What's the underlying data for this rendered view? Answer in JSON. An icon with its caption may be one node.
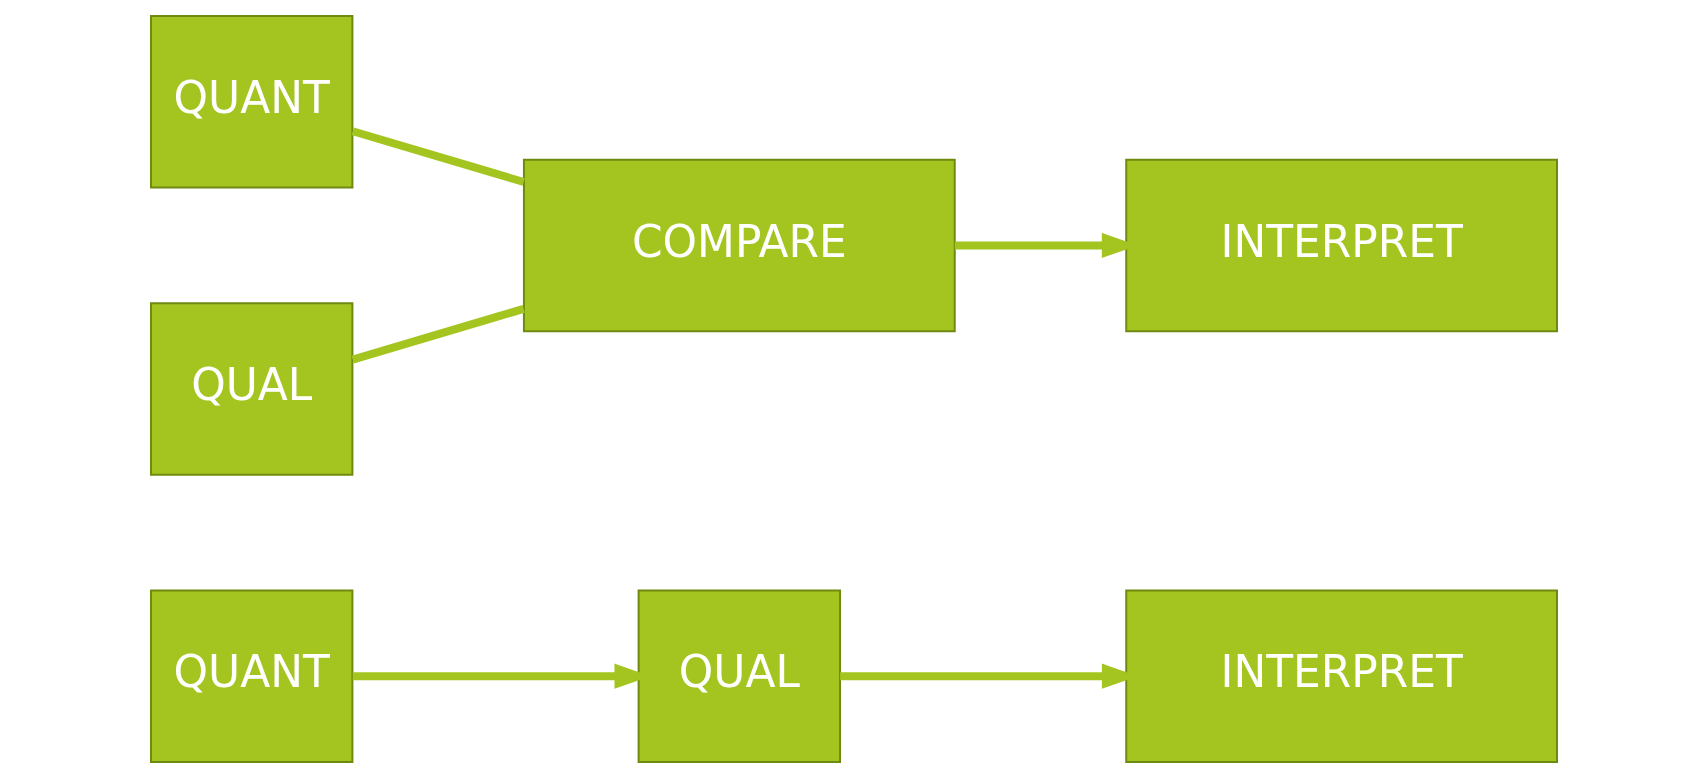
{
  "diagram": {
    "nodes": [
      {
        "text": [
          "QUANT"
        ]
      },
      {
        "text": [
          "QUAL"
        ]
      },
      {
        "text": [
          "INTERPRET"
        ]
      },
      {
        "text": [
          "QUANT"
        ]
      },
      {
        "text": [
          "QUAL"
        ]
      },
      {
        "text": [
          "COMPARE"
        ]
      },
      {
        "text": [
          "INTERPRET"
        ]
      }
    ],
    "edges": [
      {
        "from": 0,
        "to": 1,
        "arrow": "to"
      },
      {
        "from": 1,
        "to": 2,
        "arrow": "to"
      },
      {
        "from": 3,
        "to": 5,
        "arrow": "none"
      },
      {
        "from": 4,
        "to": 5,
        "arrow": "none"
      },
      {
        "from": 5,
        "to": 6,
        "arrow": "to"
      }
    ]
  }
}
